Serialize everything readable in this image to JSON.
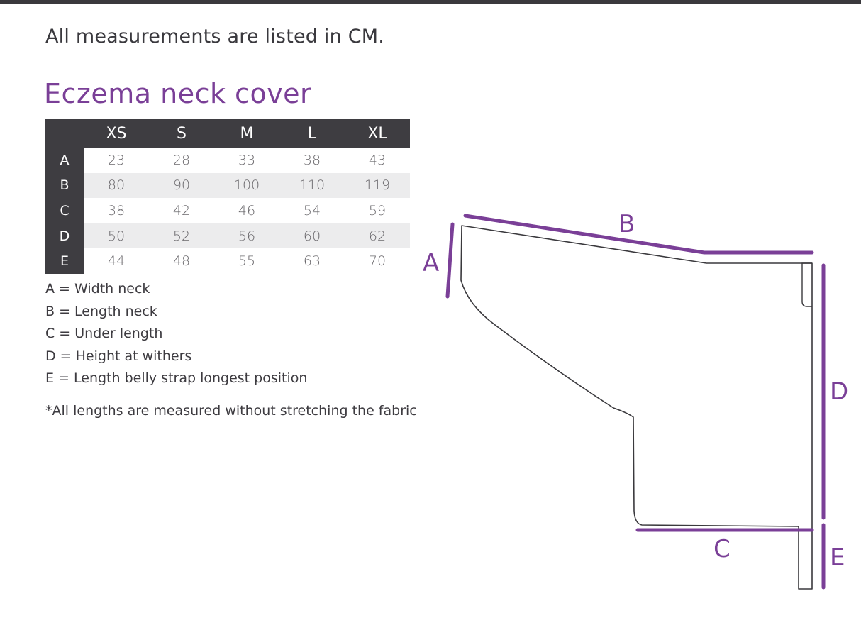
{
  "intro": "All measurements are listed in CM.",
  "title": "Eczema neck cover",
  "table": {
    "columns": [
      "XS",
      "S",
      "M",
      "L",
      "XL"
    ],
    "rows": [
      {
        "label": "A",
        "values": [
          "23",
          "28",
          "33",
          "38",
          "43"
        ]
      },
      {
        "label": "B",
        "values": [
          "80",
          "90",
          "100",
          "110",
          "119"
        ]
      },
      {
        "label": "C",
        "values": [
          "38",
          "42",
          "46",
          "54",
          "59"
        ]
      },
      {
        "label": "D",
        "values": [
          "50",
          "52",
          "56",
          "60",
          "62"
        ]
      },
      {
        "label": "E",
        "values": [
          "44",
          "48",
          "55",
          "63",
          "70"
        ]
      }
    ]
  },
  "legend": [
    "A = Width neck",
    "B = Length neck",
    "C = Under length",
    "D = Height at withers",
    "E = Length belly strap longest position"
  ],
  "note": "*All lengths are measured without stretching the fabric",
  "diagram": {
    "labels": {
      "a": "A",
      "b": "B",
      "c": "C",
      "d": "D",
      "e": "E"
    },
    "accent_color": "#7a3f97",
    "outline_color": "#3a393d"
  }
}
